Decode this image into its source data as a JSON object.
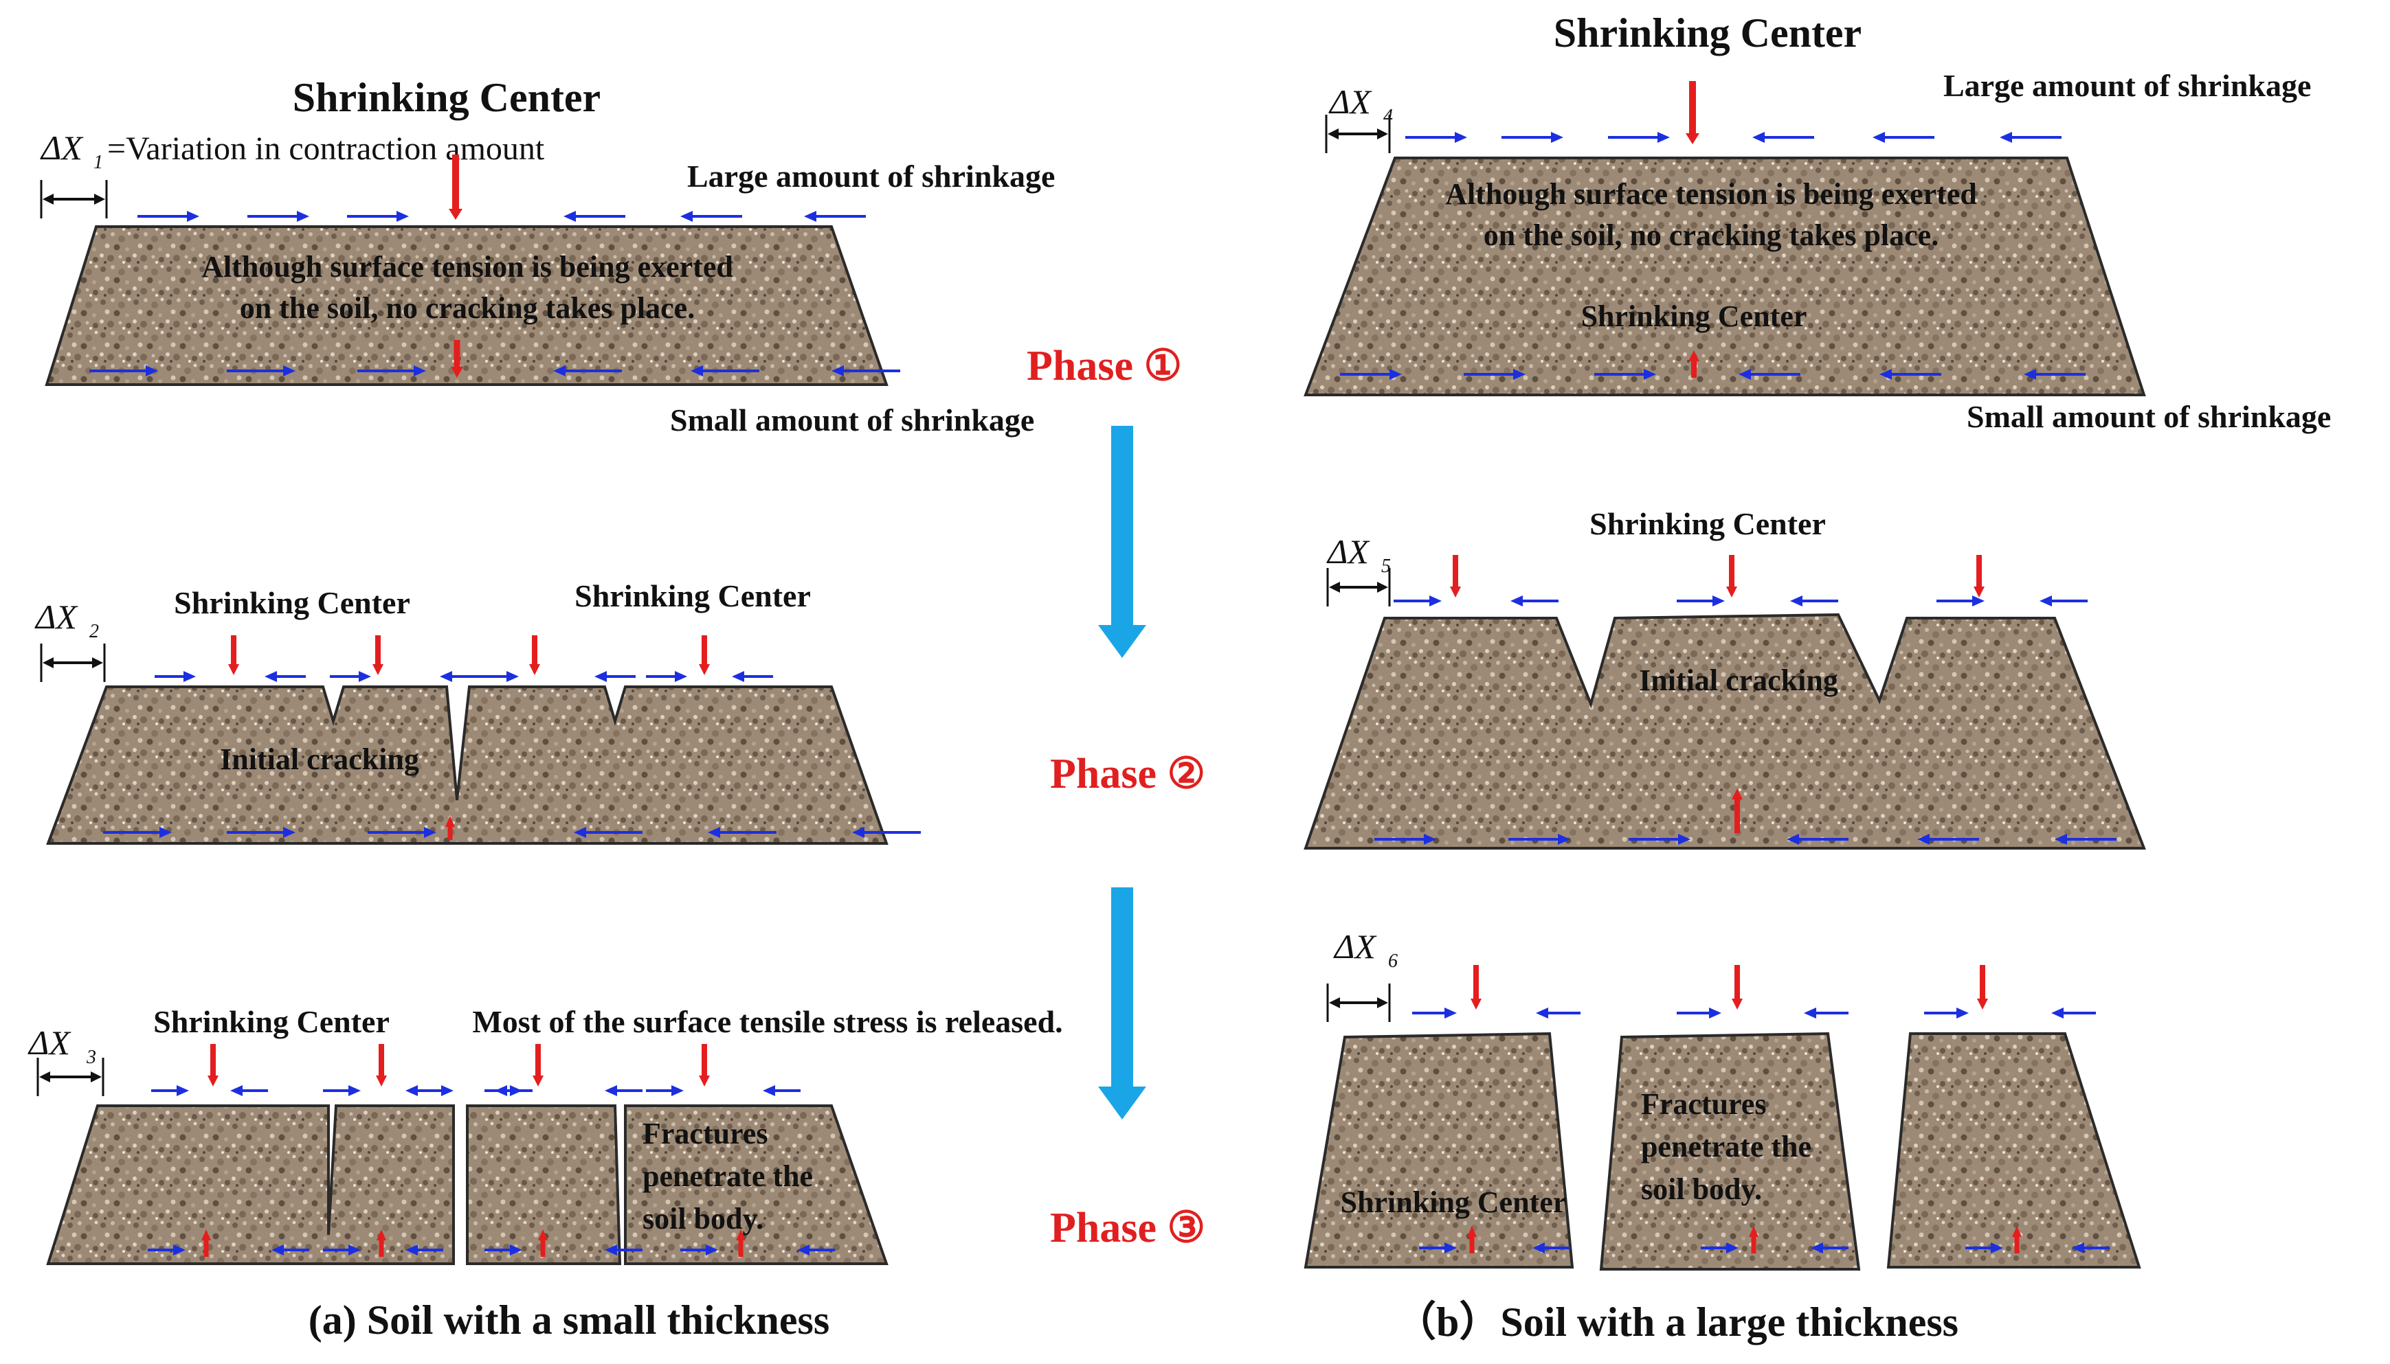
{
  "labels": {
    "shrinking_center": "Shrinking Center",
    "large_shrinkage": "Large amount of shrinkage",
    "small_shrinkage": "Small amount of shrinkage",
    "variation_note": "=Variation in contraction amount",
    "tension_line1": "Although surface tension is being exerted",
    "tension_line2": "on the soil, no cracking takes place.",
    "initial_cracking": "Initial cracking",
    "stress_released": "Most of the surface tensile stress is released.",
    "fractures_line1": "Fractures",
    "fractures_line2": "penetrate the",
    "fractures_line3": "soil body."
  },
  "delta_labels": [
    {
      "symbol": "ΔX",
      "sub": "1"
    },
    {
      "symbol": "ΔX",
      "sub": "2"
    },
    {
      "symbol": "ΔX",
      "sub": "3"
    },
    {
      "symbol": "ΔX",
      "sub": "4"
    },
    {
      "symbol": "ΔX",
      "sub": "5"
    },
    {
      "symbol": "ΔX",
      "sub": "6"
    }
  ],
  "phases": [
    "Phase ①",
    "Phase ②",
    "Phase ③"
  ],
  "captions": {
    "a": "(a) Soil with a small thickness",
    "b": "（b）Soil with a large thickness"
  },
  "colors": {
    "soil": "#9d8a76",
    "outline": "#2a2a2a",
    "red_arrow": "#e41e1e",
    "blue_arrow": "#1c2fe0",
    "phase_arrow": "#1aa6e6",
    "phase_text": "#e02020"
  }
}
